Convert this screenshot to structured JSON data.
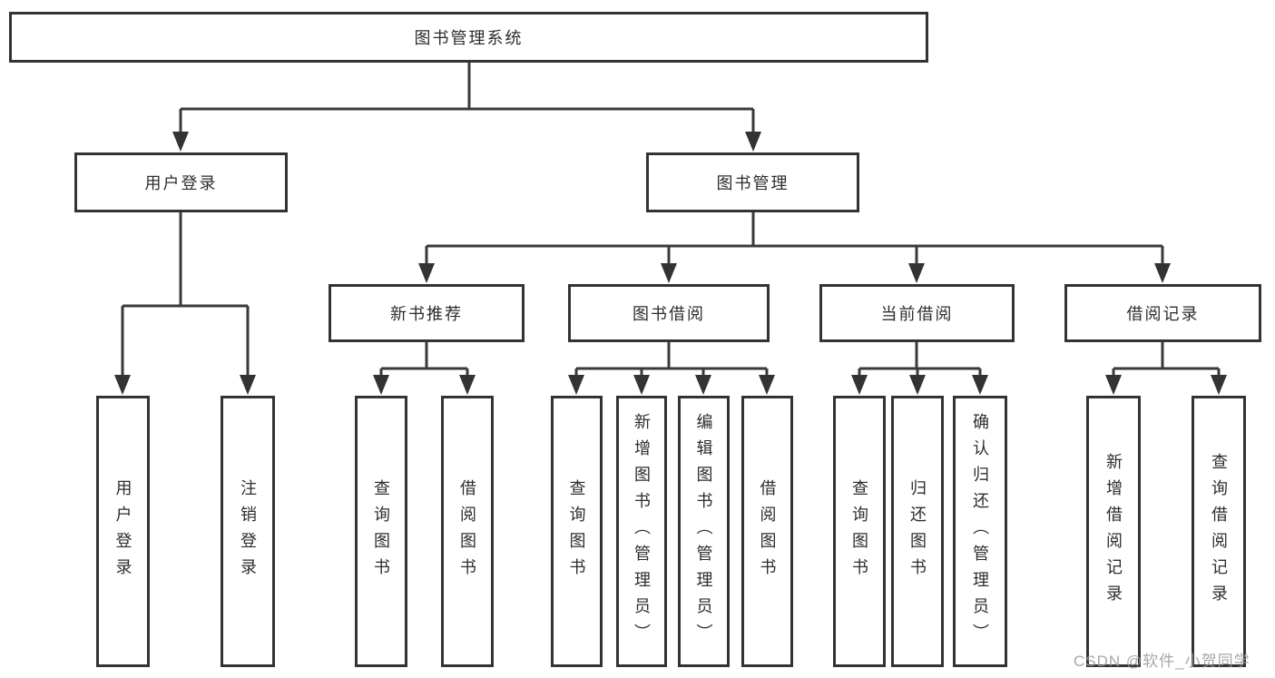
{
  "diagram": {
    "root": "图书管理系统",
    "branches": [
      {
        "label": "用户登录",
        "children": [
          "用户登录",
          "注销登录"
        ]
      },
      {
        "label": "图书管理",
        "sections": [
          {
            "label": "新书推荐",
            "children": [
              "查询图书",
              "借阅图书"
            ]
          },
          {
            "label": "图书借阅",
            "children": [
              "查询图书",
              "新增图书（管理员）",
              "编辑图书（管理员）",
              "借阅图书"
            ]
          },
          {
            "label": "当前借阅",
            "children": [
              "查询图书",
              "归还图书",
              "确认归还（管理员）"
            ]
          },
          {
            "label": "借阅记录",
            "children": [
              "新增借阅记录",
              "查询借阅记录"
            ]
          }
        ]
      }
    ]
  },
  "watermark": "CSDN @软件_小贺同学",
  "colors": {
    "line": "#3a3a3a",
    "arrow": "#333333",
    "box_border": "#333333",
    "text": "#2d2d2d",
    "watermark": "#9b9b9b",
    "background": "#ffffff"
  }
}
